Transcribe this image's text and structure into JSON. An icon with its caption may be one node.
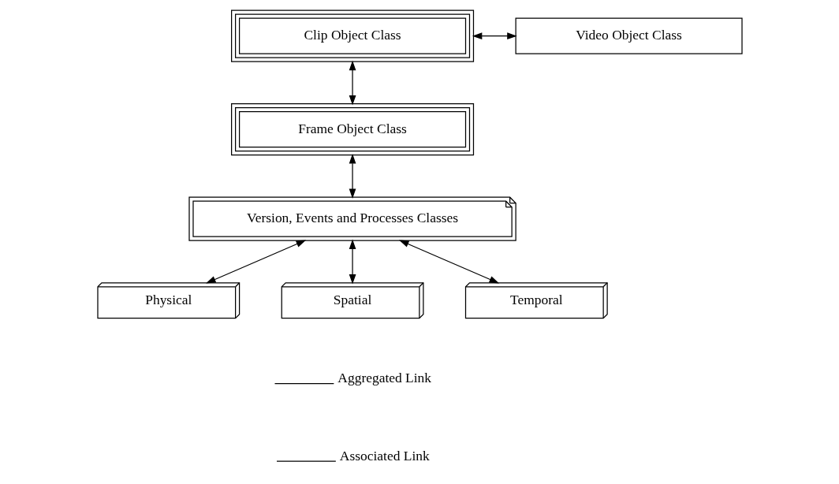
{
  "diagram": {
    "nodes": [
      {
        "text": [
          "Clip Object Class"
        ]
      },
      {
        "text": [
          "Video Object Class"
        ]
      },
      {
        "text": [
          "Frame Object Class"
        ]
      },
      {
        "text": [
          "Version, Events and Processes Classes"
        ]
      },
      {
        "text": [
          "Physical"
        ]
      },
      {
        "text": [
          "Spatial"
        ]
      },
      {
        "text": [
          "Temporal"
        ]
      }
    ],
    "edges": [
      {
        "from": 0,
        "to": 1,
        "arrow": "both"
      },
      {
        "from": 0,
        "to": 2,
        "arrow": "both"
      },
      {
        "from": 2,
        "to": 3,
        "arrow": "both"
      },
      {
        "from": 3,
        "to": 4,
        "arrow": "both"
      },
      {
        "from": 3,
        "to": 5,
        "arrow": "both"
      },
      {
        "from": 3,
        "to": 6,
        "arrow": "both"
      }
    ],
    "legend": [
      {
        "text": "Aggregated Link"
      },
      {
        "text": "Associated Link"
      }
    ]
  }
}
